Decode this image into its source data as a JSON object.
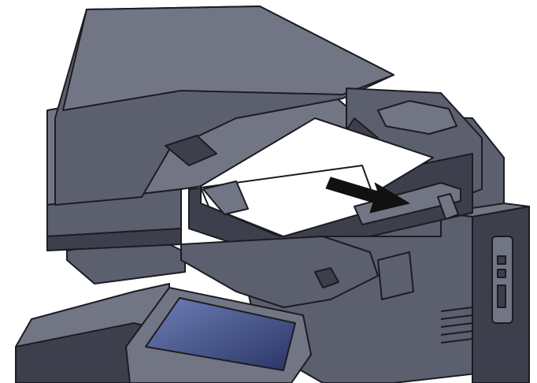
{
  "illustration": {
    "subject": "multifunction-printer-document-processor",
    "action": "remove-original-from-feeder",
    "arrow_direction": "right",
    "colors": {
      "body": "#5b5f6e",
      "body_light": "#727684",
      "body_dark": "#3d404c",
      "outline": "#1b1c22",
      "paper": "#ffffff",
      "screen_from": "#6e7fb6",
      "screen_to": "#2a3566",
      "arrow": "#111111"
    }
  }
}
